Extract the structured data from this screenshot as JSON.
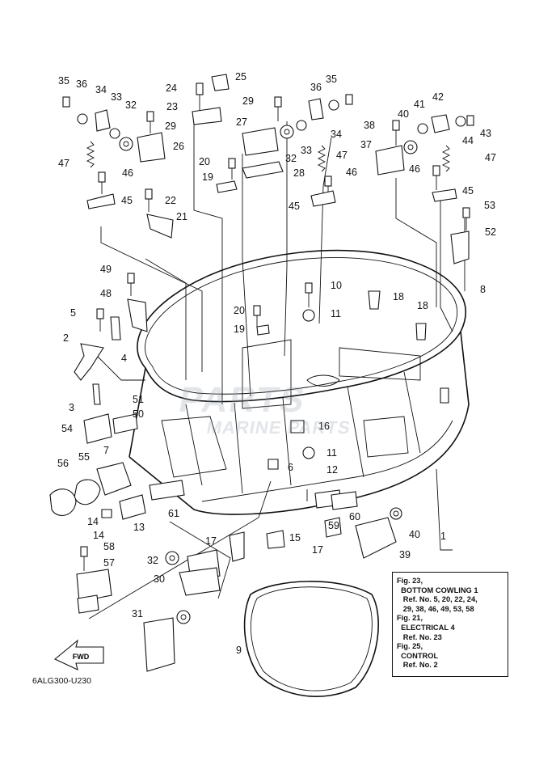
{
  "diagram": {
    "drawing_code": "6ALG300-U230",
    "fwd_label": "FWD",
    "watermark": {
      "line1": "PARTS",
      "line2": "MARINE PARTS"
    },
    "callouts": [
      "1",
      "2",
      "3",
      "4",
      "5",
      "6",
      "7",
      "8",
      "9",
      "10",
      "11",
      "11",
      "12",
      "13",
      "14",
      "14",
      "15",
      "16",
      "17",
      "17",
      "18",
      "18",
      "19",
      "19",
      "20",
      "20",
      "21",
      "22",
      "23",
      "24",
      "25",
      "26",
      "27",
      "28",
      "29",
      "29",
      "30",
      "31",
      "32",
      "32",
      "32",
      "33",
      "33",
      "34",
      "34",
      "35",
      "35",
      "36",
      "36",
      "37",
      "38",
      "39",
      "40",
      "40",
      "41",
      "42",
      "43",
      "44",
      "45",
      "45",
      "45",
      "46",
      "46",
      "46",
      "47",
      "47",
      "47",
      "48",
      "49",
      "50",
      "51",
      "52",
      "53",
      "54",
      "55",
      "56",
      "57",
      "58",
      "59",
      "60",
      "61"
    ],
    "note": [
      "Fig. 23,",
      "  BOTTOM COWLING 1",
      "   Ref. No. 5, 20, 22, 24,",
      "   29, 38, 46, 49, 53, 58",
      "Fig. 21,",
      "  ELECTRICAL 4",
      "   Ref. No. 23",
      "Fig. 25,",
      "  CONTROL",
      "   Ref. No. 2"
    ]
  }
}
